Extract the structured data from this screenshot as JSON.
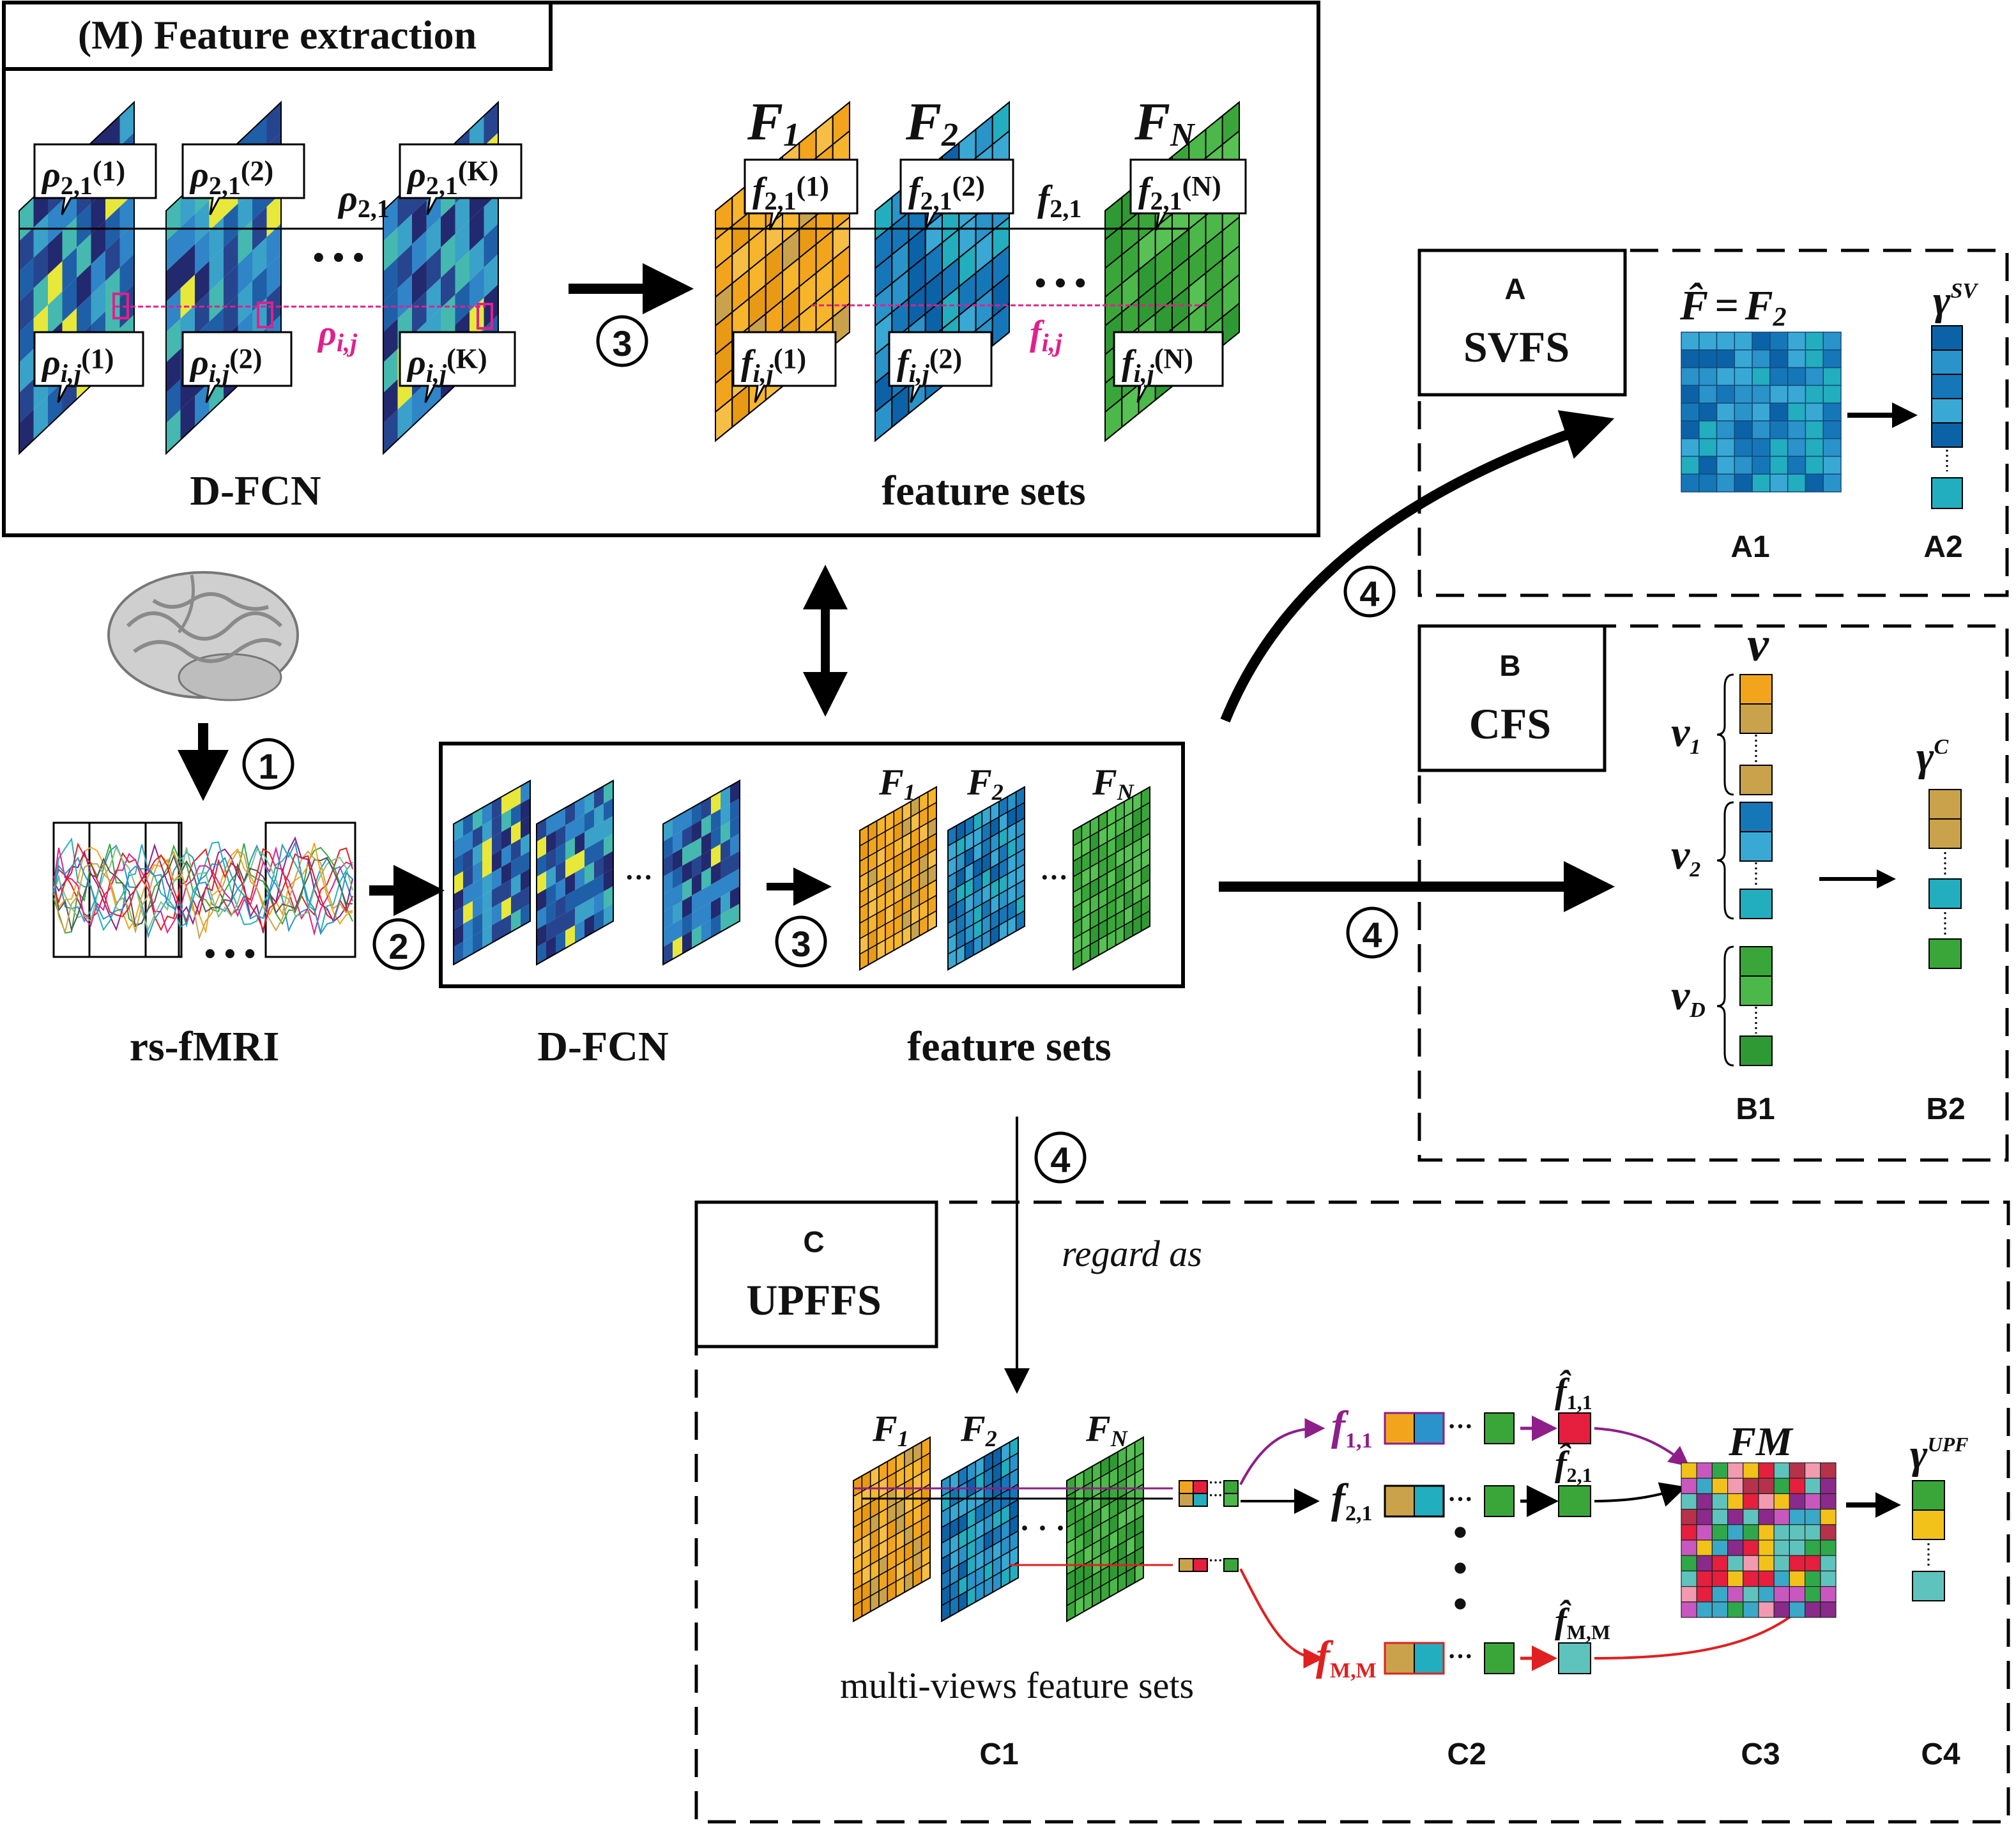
{
  "colors": {
    "viridis": [
      "#23296e",
      "#27458f",
      "#1f5fa8",
      "#2f85c7",
      "#3aa1c9",
      "#45b8b0",
      "#7bc482",
      "#e8e83a"
    ],
    "blues": [
      "#0b62a7",
      "#1677b8",
      "#2a93c9",
      "#39a8d4",
      "#22aebf"
    ],
    "oranges": [
      "#f2a51c",
      "#f7b52b",
      "#e89a14",
      "#f6be45",
      "#c9a24b"
    ],
    "greens": [
      "#3aa63a",
      "#4cb84a",
      "#2f9a34",
      "#58c153"
    ],
    "fm": [
      "#e51f3d",
      "#8a2a8a",
      "#2fa84a",
      "#3aa8c9",
      "#f2c21a",
      "#f29ab0",
      "#b5324a",
      "#5fc3bd",
      "#c858c0"
    ],
    "purple": "#8e1e8a",
    "red": "#e02020",
    "magenta": "#e0208c"
  },
  "panel_m": {
    "title": "(M) Feature extraction",
    "dfcn_label": "D-FCN",
    "feature_sets_label": "feature sets",
    "rho_tops": [
      "ρ2,1(1)",
      "ρ2,1(2)",
      "ρ2,1(K)"
    ],
    "rho_bottoms": [
      "ρi,j(1)",
      "ρi,j(2)",
      "ρi,j(K)"
    ],
    "rho_mid_top": "ρ2,1",
    "rho_mid_bottom": "ρi,j",
    "f_tops": [
      "f2,1(1)",
      "f2,1(2)",
      "f2,1(N)"
    ],
    "f_bottoms": [
      "fi,j(1)",
      "fi,j(2)",
      "fi,j(N)"
    ],
    "f_mid_top": "f2,1",
    "f_mid_bottom": "fi,j",
    "f_names": [
      "F1",
      "F2",
      "FN"
    ],
    "ellipsis": "• • •"
  },
  "pipeline": {
    "rs_fmri_label": "rs-fMRI",
    "dfcn_label": "D-FCN",
    "feature_sets_label": "feature sets",
    "f_names": [
      "F1",
      "F2",
      "FN"
    ],
    "ellipsis": "• • •",
    "small_ellipsis": "···"
  },
  "steps": [
    "①",
    "②",
    "③",
    "④"
  ],
  "panel_a": {
    "letter": "A",
    "name": "SVFS",
    "f_hat_eq": "F̂ = F2",
    "gamma": "γSV",
    "sub1": "A1",
    "sub2": "A2"
  },
  "panel_b": {
    "letter": "B",
    "name": "CFS",
    "v_label": "v",
    "v_parts": [
      "v1",
      "v2",
      "vD"
    ],
    "gamma": "γC",
    "sub1": "B1",
    "sub2": "B2"
  },
  "panel_c": {
    "letter": "C",
    "name": "UPFFS",
    "regard_as": "regard as",
    "multi_views_label": "multi-views feature sets",
    "f_names": [
      "F1",
      "F2",
      "FN"
    ],
    "row_labels": [
      "f1,1",
      "f2,1",
      "fM,M"
    ],
    "hat_labels": [
      "f̂1,1",
      "f̂2,1",
      "f̂M,M"
    ],
    "fm_label": "FM",
    "gamma": "γUPF",
    "subs": [
      "C1",
      "C2",
      "C3",
      "C4"
    ]
  }
}
